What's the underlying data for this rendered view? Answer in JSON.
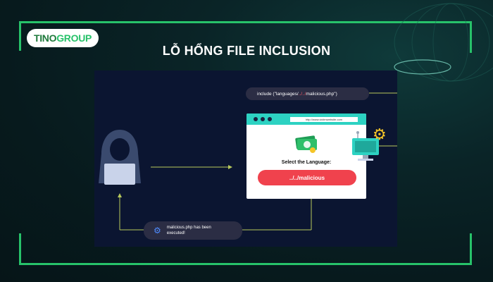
{
  "logo": {
    "main": "TINO",
    "accent": "GROUP"
  },
  "title": "LỖ HỔNG FILE INCLUSION",
  "diagram": {
    "code_prefix": "include (\"languages/",
    "code_dots": "../../",
    "code_suffix": "malicious.php\")",
    "browser_url": "http://www.victimwebsite.com",
    "select_label": "Select the Language:",
    "language_value": "../../malicious",
    "executed_line1": "malicious.php has been",
    "executed_line2": "executed!"
  },
  "colors": {
    "frame": "#27c26a",
    "scene_bg": "#0b1531",
    "browser_bar": "#2dd2c2",
    "danger": "#f0424d",
    "arrow": "#b8c95c"
  },
  "icons": [
    "hacker-icon",
    "money-icon",
    "server-icon",
    "gear-icon"
  ]
}
